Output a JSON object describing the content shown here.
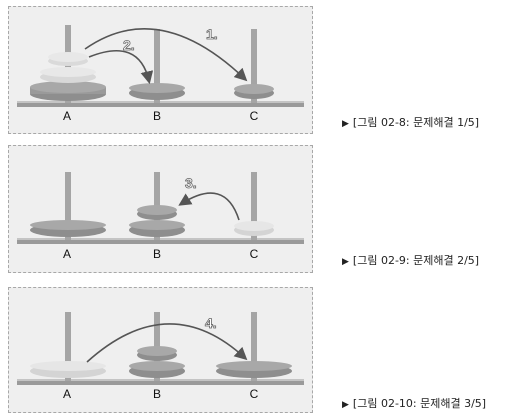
{
  "figures": [
    {
      "caption": "[그림 02-8: 문제해결 1/5]",
      "peg_labels": [
        "A",
        "B",
        "C"
      ],
      "step_labels": [
        "1.",
        "2."
      ]
    },
    {
      "caption": "[그림 02-9: 문제해결 2/5]",
      "peg_labels": [
        "A",
        "B",
        "C"
      ],
      "step_labels": [
        "3."
      ]
    },
    {
      "caption": "[그림 02-10: 문제해결 3/5]",
      "peg_labels": [
        "A",
        "B",
        "C"
      ],
      "step_labels": [
        "4."
      ]
    }
  ],
  "caption_marker": "▶",
  "colors": {
    "panel_bg": "#efefef",
    "panel_border": "#a8a8a8",
    "peg": "#9a9a9a",
    "disk_dark": "#8a8a8a",
    "disk_faded": "#dcdcdc",
    "arrow": "#555555"
  }
}
